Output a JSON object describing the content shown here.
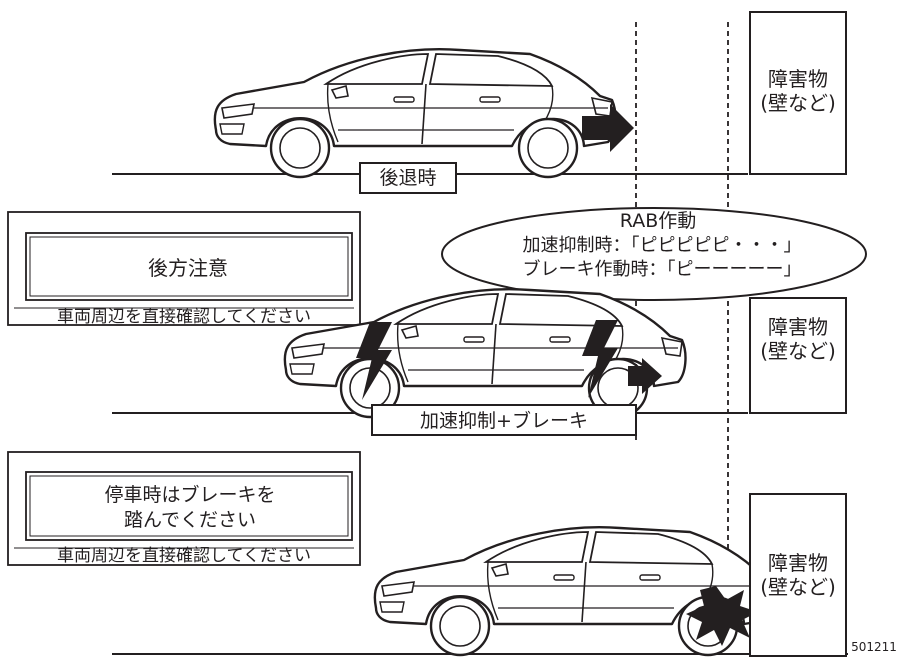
{
  "scene1": {
    "label": "後退時",
    "obstacle": [
      "障害物",
      "(壁など)"
    ]
  },
  "scene2": {
    "display": {
      "message": "後方注意",
      "footer": "車両周辺を直接確認してください"
    },
    "bubble": {
      "title": "RAB作動",
      "line1": "加速抑制時：「ピピピピピ・・・」",
      "line2": "ブレーキ作動時：「ピーーーーー」"
    },
    "label": "加速抑制+ブレーキ",
    "obstacle": [
      "障害物",
      "(壁など)"
    ]
  },
  "scene3": {
    "display": {
      "line1": "停車時はブレーキを",
      "line2": "踏んでください",
      "footer": "車両周辺を直接確認してください"
    },
    "obstacle": [
      "障害物",
      "(壁など)"
    ]
  },
  "code": "501211"
}
